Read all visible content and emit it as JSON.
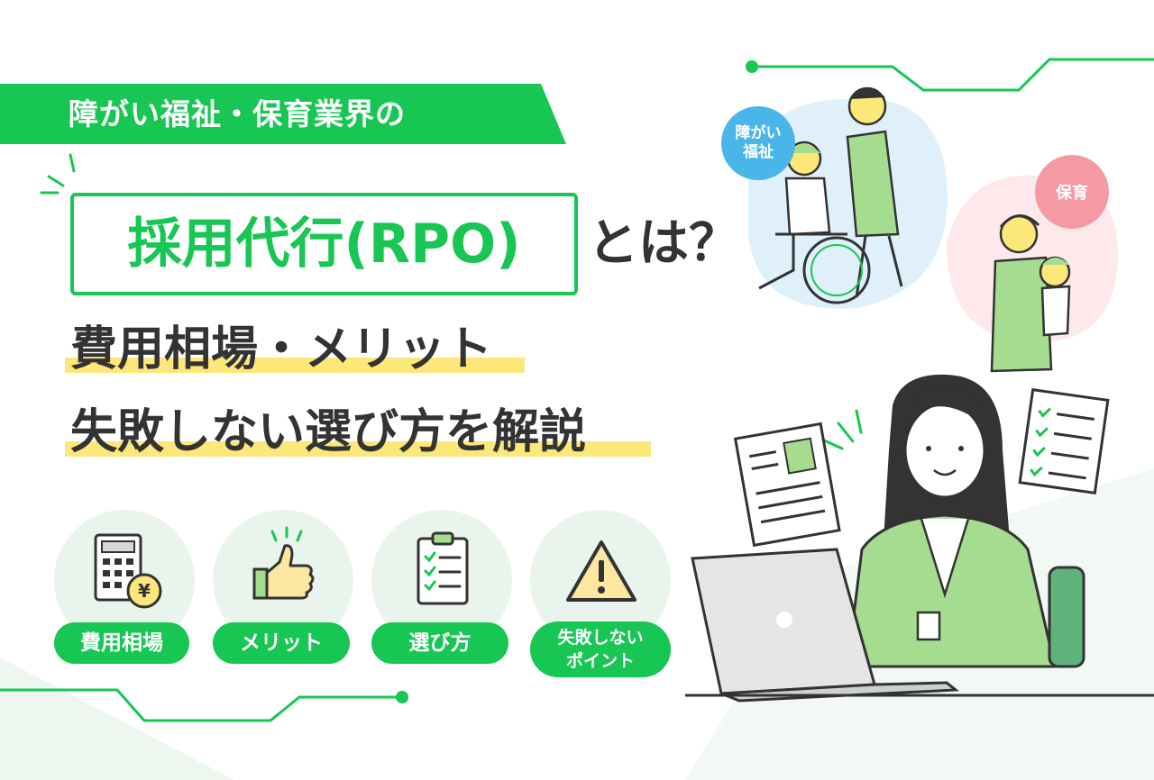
{
  "banner": {
    "text": "障がい福祉・保育業界の"
  },
  "title": {
    "main": "採用代行(RPO)",
    "suffix": "とは？"
  },
  "subtitle": {
    "line1": "費用相場・メリット",
    "line2": "失敗しない選び方を解説"
  },
  "topics": [
    {
      "label": "費用相場",
      "icon": "calculator-yen-icon"
    },
    {
      "label": "メリット",
      "icon": "thumbs-up-icon"
    },
    {
      "label": "選び方",
      "icon": "checklist-clipboard-icon"
    },
    {
      "label_line1": "失敗しない",
      "label_line2": "ポイント",
      "icon": "warning-icon"
    }
  ],
  "categories": {
    "welfare": {
      "line1": "障がい",
      "line2": "福祉",
      "color": "#4ab5e8"
    },
    "childcare": {
      "label": "保育",
      "color": "#f59aa3"
    }
  },
  "colors": {
    "accent": "#17c653",
    "highlight": "#fce77a",
    "text": "#333333",
    "soft_green": "#e9f5ec",
    "jacket_green": "#a6dc8f"
  }
}
